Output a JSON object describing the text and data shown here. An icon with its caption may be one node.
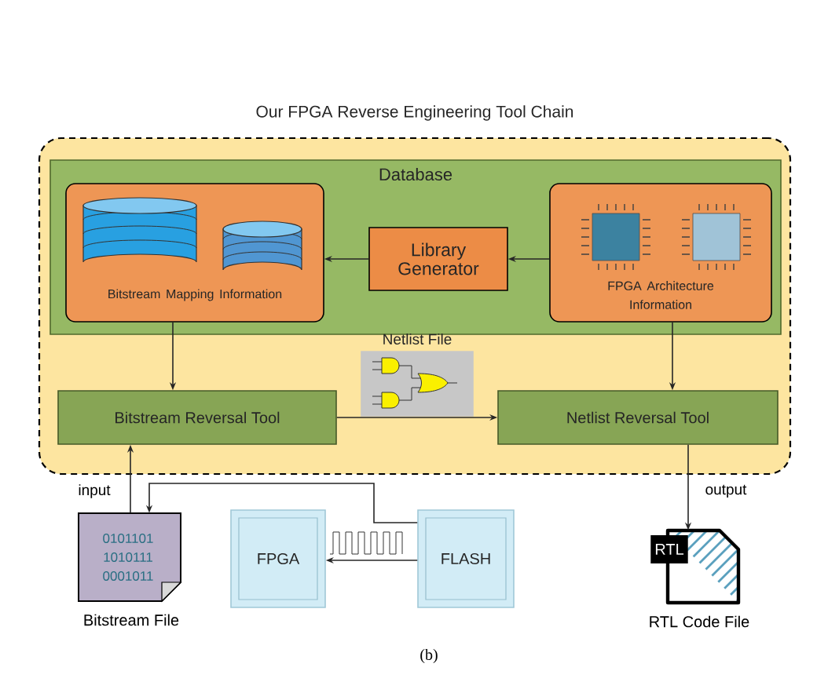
{
  "diagram": {
    "nodes": [
      {
        "text": [
          "Our FPGA Reverse Engineering Tool Chain"
        ]
      },
      {
        "text": [
          "Database"
        ],
        "in": 0
      },
      {
        "text": [
          "Bitstream Mapping Information"
        ],
        "in": 1
      },
      {
        "text": [
          "Library Generator"
        ],
        "in": 1
      },
      {
        "text": [
          "FPGA Architecture Information"
        ],
        "in": 1
      },
      {
        "text": [
          "Bitstream Reversal Tool"
        ],
        "in": 0
      },
      {
        "text": [
          "Netlist Reversal Tool"
        ],
        "in": 0
      },
      {
        "text": [
          "0101101 1010111 0001011"
        ],
        "beside": [
          "Bitstream File"
        ]
      },
      {
        "text": [
          "FPGA"
        ]
      },
      {
        "text": [
          "FLASH"
        ]
      },
      {
        "text": [
          "RTL"
        ],
        "beside": [
          "RTL Code File"
        ]
      },
      {
        "text": [
          "Netlist File"
        ],
        "in": 0
      }
    ],
    "edges": [
      {
        "from": 4,
        "to": 3,
        "arrow": "to"
      },
      {
        "from": 3,
        "to": 2,
        "arrow": "to"
      },
      {
        "from": 2,
        "to": 5,
        "arrow": "to"
      },
      {
        "from": 4,
        "to": 6,
        "arrow": "to"
      },
      {
        "from": 5,
        "to": 6,
        "arrow": "to"
      },
      {
        "from": 7,
        "to": 5,
        "arrow": "to",
        "label": "input"
      },
      {
        "from": 9,
        "to": 7,
        "arrow": "to"
      },
      {
        "from": 9,
        "to": 8,
        "arrow": "to"
      },
      {
        "from": 6,
        "to": 10,
        "arrow": "to",
        "label": "output"
      }
    ],
    "caption": "(b)"
  }
}
